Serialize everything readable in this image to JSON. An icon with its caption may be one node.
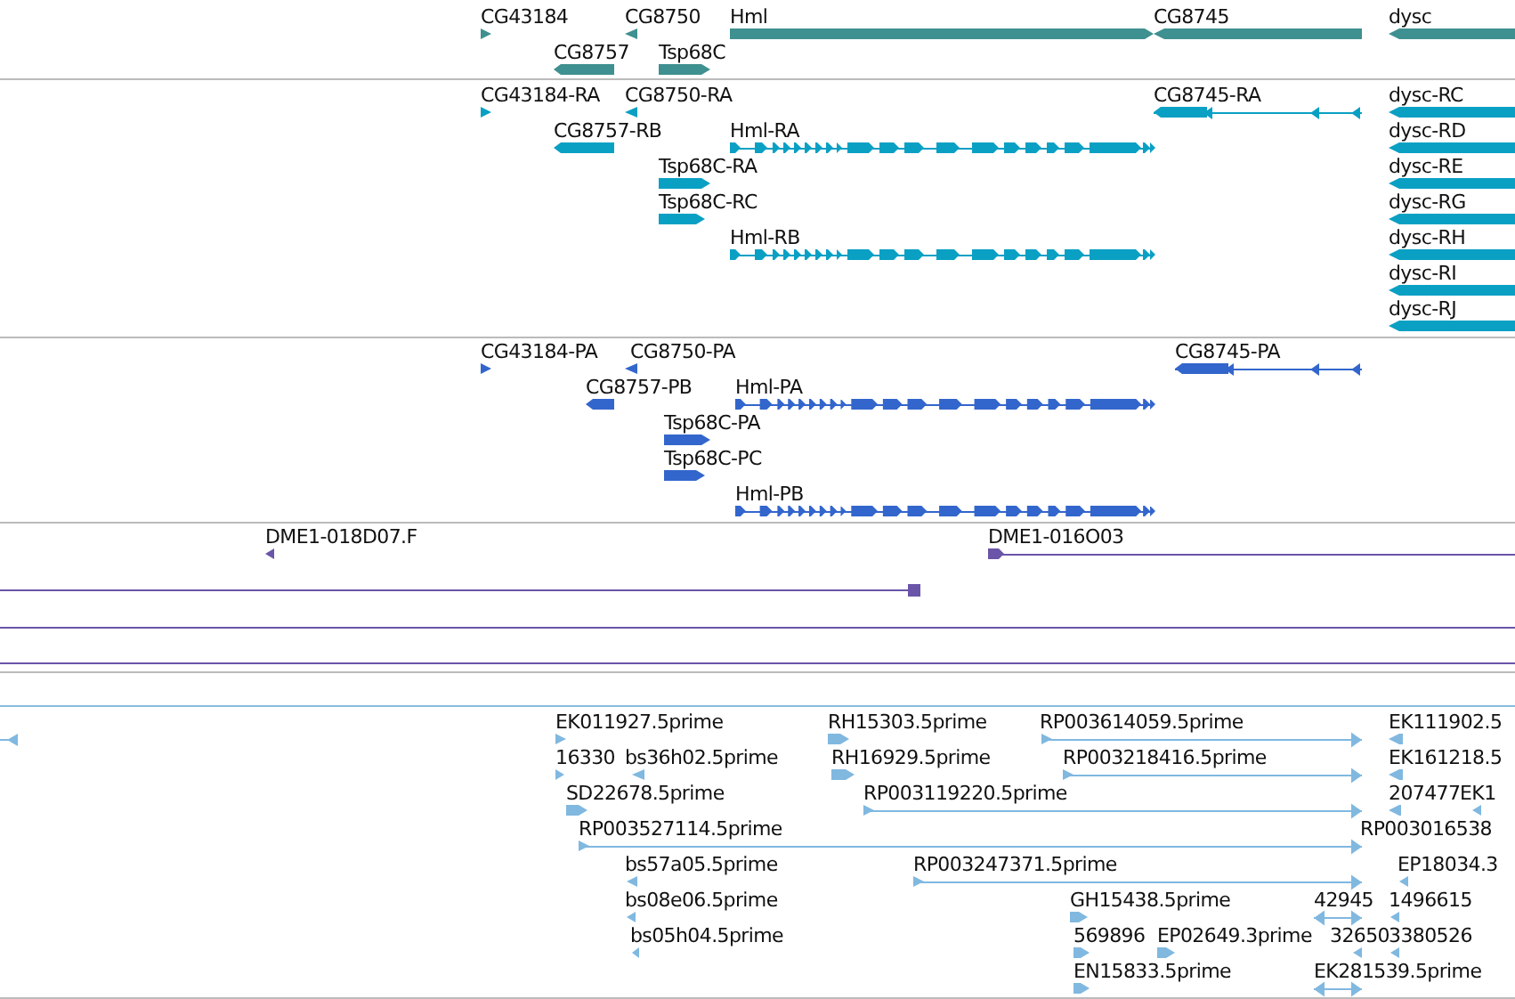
{
  "diagram": {
    "labels": [
      "CG43184",
      "CG8750",
      "Hml",
      "CG8745",
      "dysc",
      "CG8757",
      "Tsp68C",
      "CG43184-RA",
      "CG8750-RA",
      "CG8745-RA",
      "dysc-RC",
      "CG8757-RB",
      "Hml-RA",
      "dysc-RD",
      "Tsp68C-RA",
      "dysc-RE",
      "Tsp68C-RC",
      "dysc-RG",
      "Hml-RB",
      "dysc-RH",
      "dysc-RI",
      "dysc-RJ",
      "CG43184-PA",
      "CG8750-PA",
      "CG8745-PA",
      "CG8757-PB",
      "Hml-PA",
      "Tsp68C-PA",
      "Tsp68C-PC",
      "Hml-PB",
      "DME1-018D07.F",
      "DME1-016O03",
      "EK011927.5prime",
      "RH15303.5prime",
      "RP003614059.5prime",
      "EK111902.5",
      "16330",
      "bs36h02.5prime",
      "RH16929.5prime",
      "RP003218416.5prime",
      "EK161218.5",
      "SD22678.5prime",
      "RP003119220.5prime",
      "207477",
      "EK1",
      "RP003527114.5prime",
      "RP003016538",
      "bs57a05.5prime",
      "RP003247371.5prime",
      "EP18034.3",
      "bs08e06.5prime",
      "GH15438.5prime",
      "42945",
      "1496615",
      "bs05h04.5prime",
      "569896",
      "EP02649.3prime",
      "32650",
      "3380526",
      "EN15833.5prime",
      "EK281539.5prime"
    ]
  }
}
